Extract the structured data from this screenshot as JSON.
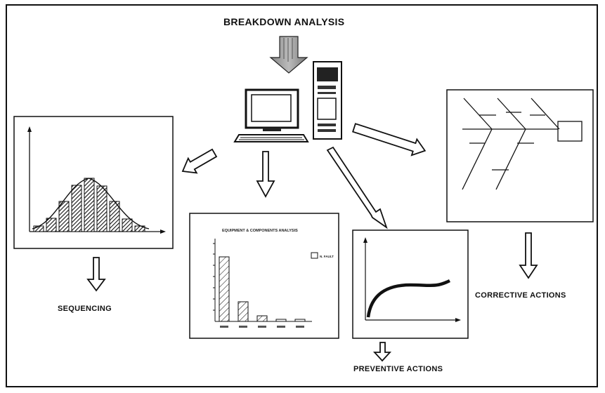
{
  "title": "BREAKDOWN ANALYSIS",
  "labels": {
    "sequencing": "SEQUENCING",
    "corrective": "CORRECTIVE ACTIONS",
    "preventive": "PREVENTIVE ACTIONS"
  },
  "panels": {
    "equipment_chart": {
      "title": "EQUIPMENT & COMPONENTS ANALYSIS",
      "legend": "N. FAULT"
    }
  }
}
